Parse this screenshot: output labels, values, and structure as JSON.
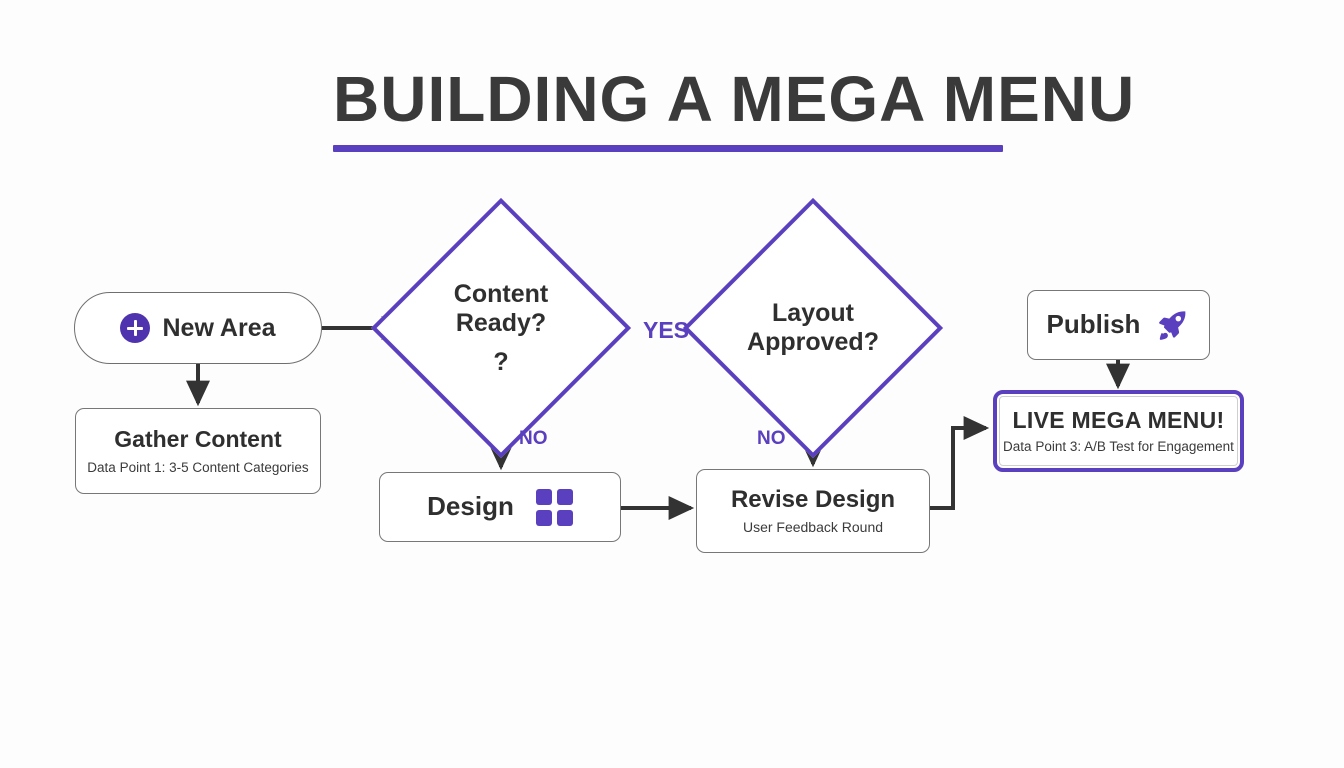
{
  "header": {
    "title": "BUILDING A MEGA MENU",
    "accent_color": "#5a3fbf",
    "rule_color": "#5a3fbf"
  },
  "theme": {
    "background": "#fdfdfd",
    "text_color": "#2f2f2f",
    "node_border": "#777777",
    "connector_color": "#333333",
    "accent_purple": "#5a3fbf",
    "icon_purple": "#4f33ae"
  },
  "nodes": {
    "new_area": {
      "label": "New Area",
      "icon": "plus-circle-icon",
      "shape": "pill"
    },
    "gather_content": {
      "title": "Gather Content",
      "subtitle": "Data Point 1: 3-5 Content Categories",
      "shape": "rounded-rect"
    },
    "content_ready": {
      "line1": "Content",
      "line2": "Ready?",
      "line3": "?",
      "shape": "diamond"
    },
    "layout_approved": {
      "line1": "Layout",
      "line2": "Approved?",
      "shape": "diamond"
    },
    "design": {
      "label": "Design",
      "icon": "grid-2x2-icon",
      "shape": "rounded-rect"
    },
    "revise_design": {
      "title": "Revise Design",
      "subtitle": "User Feedback Round",
      "shape": "rounded-rect"
    },
    "publish": {
      "label": "Publish",
      "icon": "rocket-icon",
      "shape": "rounded-rect"
    },
    "live_mega_menu": {
      "title": "LIVE MEGA MENU!",
      "subtitle": "Data Point 3: A/B Test for Engagement",
      "shape": "rounded-rect-emphasis"
    }
  },
  "edge_labels": {
    "yes": "YES",
    "no_content_ready": "NO",
    "no_layout_approved": "NO"
  }
}
